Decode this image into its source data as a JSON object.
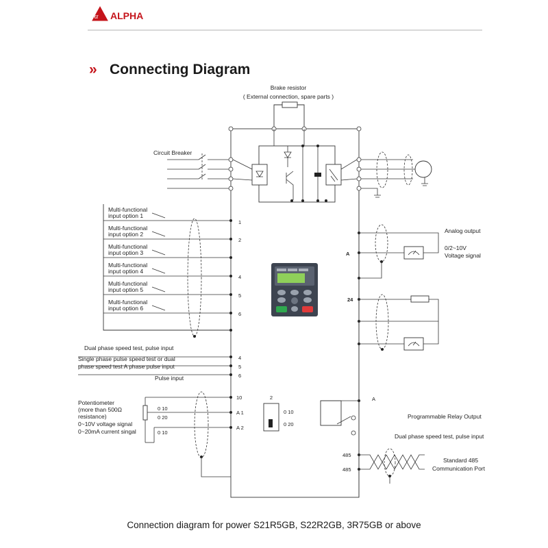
{
  "brand": {
    "name": "ALPHA",
    "logo_glyph": "α",
    "accent_color": "#c5141b",
    "logo_icon": "alpha-logo-icon"
  },
  "heading": {
    "marker": "»",
    "title": "Connecting Diagram"
  },
  "top": {
    "brake_line1": "Brake resistor",
    "brake_line2": "( External connection, spare parts )",
    "circuit_breaker": "Circuit Breaker"
  },
  "inputs": [
    {
      "line1": "Multi-functional",
      "line2": "input option 1",
      "terminal": "1"
    },
    {
      "line1": "Multi-functional",
      "line2": "input option 2",
      "terminal": "2"
    },
    {
      "line1": "Multi-functional",
      "line2": "input option 3",
      "terminal": ""
    },
    {
      "line1": "Multi-functional",
      "line2": "input option 4",
      "terminal": "4"
    },
    {
      "line1": "Multi-functional",
      "line2": "input option 5",
      "terminal": "5"
    },
    {
      "line1": "Multi-functional",
      "line2": "input option 6",
      "terminal": "6"
    }
  ],
  "pulse": {
    "dual": "Dual phase speed test,  pulse input",
    "single1": "Single phase pulse speed test or dual",
    "single2": "phase speed test A phase pulse input",
    "pulse": "Pulse input",
    "t4": "4",
    "t5": "5",
    "t6": "6"
  },
  "analog_in": {
    "pot1": "Potentiometer",
    "pot2": "(more than 500Ω",
    "pot3": "resistance)",
    "volt": "0~10V voltage signal",
    "curr": "0~20mA current singal",
    "r1": "0 10",
    "r2": "0 20",
    "r3": "0 10",
    "t10": "10",
    "ta1": "A 1",
    "ta2": "A 2"
  },
  "switch": {
    "num": "2",
    "opt1": "0 10",
    "opt2": "0 20"
  },
  "right": {
    "analog_output": "Analog output",
    "volt1": "0/2~10V",
    "volt2": "Voltage signal",
    "term_a": "A",
    "term_24": "24",
    "relay_term": "A",
    "relay": "Programmable Relay Output",
    "dual": "Dual phase speed test,  pulse input",
    "t485a": "485",
    "t485b": "485",
    "comm1": "Standard 485",
    "comm2": "Communication Port"
  },
  "keypad": {
    "body_color": "#3d4450",
    "screen_color": "#8fd05a",
    "green_key": "#2fa84f",
    "red_key": "#e03a3a"
  },
  "caption": "Connection diagram for power S21R5GB, S22R2GB, 3R75GB or above"
}
